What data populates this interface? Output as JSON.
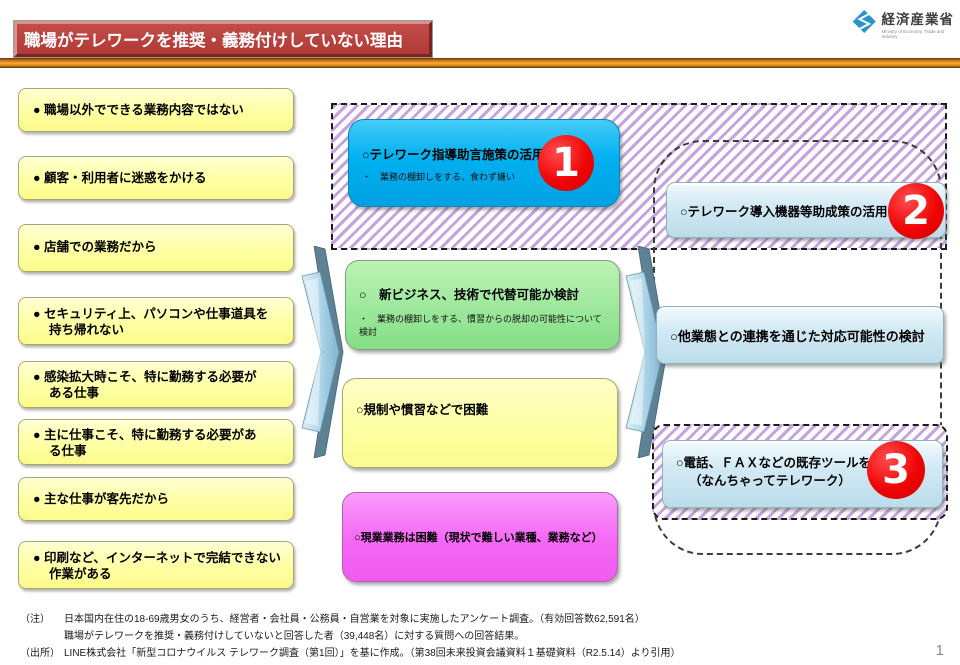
{
  "header": {
    "title": "職場がテレワークを推奨・義務付けしていない理由",
    "logo": {
      "name_ja": "経済産業省",
      "name_en": "Ministry of Economy, Trade and Industry"
    }
  },
  "reasons": [
    "● 職場以外でできる業務内容ではない",
    "● 顧客・利用者に迷惑をかける",
    "● 店舗での業務だから",
    "● セキュリティ上、パソコンや仕事道具を\n持ち帰れない",
    "● 感染拡大時こそ、特に勤務する必要が\nある仕事",
    "● 主に仕事こそ、特に勤務する必要があ\nる仕事",
    "● 主な仕事が客先だから",
    "● 印刷など、インターネットで完結できない\n作業がある"
  ],
  "middle": {
    "teleguide": {
      "title": "○テレワーク指導助言施策の活用",
      "sub": "・　業務の棚卸しをする、食わず嫌い",
      "badge": "1"
    },
    "newbiz": {
      "title": "○　新ビジネス、技術で代替可能か検討",
      "sub": "・　業務の棚卸しをする、慣習からの脱却の可能性について検討"
    },
    "regulation": {
      "title": "○規制や慣習などで困難"
    },
    "fieldwork": {
      "title": "○現業業務は困難（現状で難しい業種、業務など）"
    }
  },
  "right": {
    "equipment": {
      "title": "○テレワーク導入機器等助成策の活用",
      "badge": "2"
    },
    "collab": {
      "title": "○他業態との連携を通じた対応可能性の検討"
    },
    "phone_fax": {
      "line1": "○電話、ＦＡＸなどの既存ツールを活用",
      "line2": "（なんちゃってテレワーク）",
      "badge": "3"
    }
  },
  "footer": {
    "note_label": "（注）",
    "note_line1": "日本国内在住の18-69歳男女のうち、経営者・会社員・公務員・自営業を対象に実施したアンケート調査。（有効回答数62,591名）",
    "note_line2": "職場がテレワークを推奨・義務付けしていないと回答した者（39,448名）に対する質問への回答結果。",
    "source_label": "（出所）",
    "source_text": "LINE株式会社「新型コロナウイルス テレワーク調査（第1回）」を基に作成。（第38回未来投資会議資料１基礎資料（R2.5.14）より引用）",
    "page_number": "1"
  },
  "colors": {
    "title_bg": "#b9413d",
    "divider_orange": "#f29a27",
    "reason_yellow": "#ffffa4",
    "cyan_box": "#00b0f0",
    "green_box": "#94e594",
    "magenta_box": "#f567f5",
    "pale_blue_box": "#d3eaf4",
    "badge_red": "#ef0505",
    "hatch_purple": "#c6a2df",
    "meti_blue": "#2795c9"
  }
}
